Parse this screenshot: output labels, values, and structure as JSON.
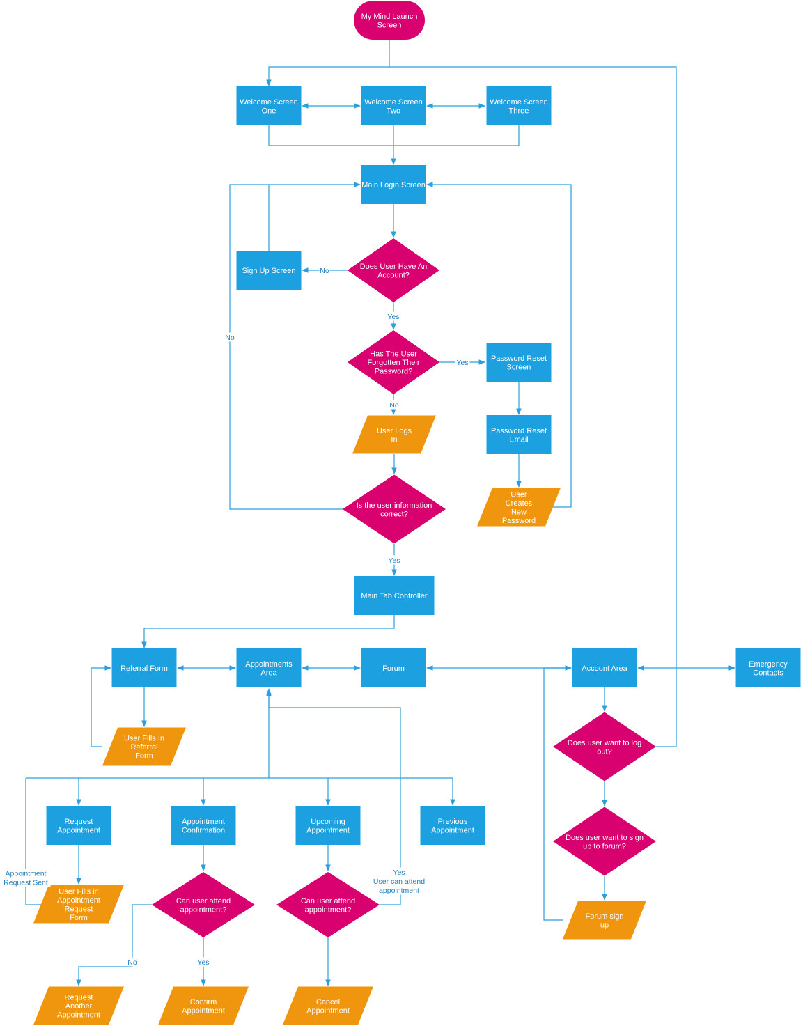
{
  "colors": {
    "process": "#1ca0e0",
    "decision": "#d9006f",
    "terminal": "#d9006f",
    "io": "#f0960e",
    "connector": "#2a9fdc",
    "edge_label": "#1f7fc0"
  },
  "nodes": {
    "launch": "My Mind Launch\nScreen",
    "ws1": "Welcome Screen\nOne",
    "ws2": "Welcome Screen\nTwo",
    "ws3": "Welcome Screen\nThree",
    "login": "Main Login Screen",
    "signup": "Sign Up Screen",
    "d_account": "Does User Have An\nAccount?",
    "d_forgot": "Has The User\nForgotten Their\nPassword?",
    "pw_screen": "Password Reset\nScreen",
    "pw_email": "Password Reset\nEmail",
    "pw_new": "User\nCreates\nNew\nPassword",
    "logs_in": "User Logs\nIn",
    "d_info": "Is the user information\ncorrect?",
    "main_tab": "Main Tab Controller",
    "referral": "Referral Form",
    "appts": "Appointments\nArea",
    "forum": "Forum",
    "account": "Account Area",
    "emergency": "Emergency\nContacts",
    "fills_referral": "User Fills In\nReferral\nForm",
    "d_logout": "Does user want to log\nout?",
    "d_forum": "Does user want to sign\nup to forum?",
    "forum_signup": "Forum sign\nup",
    "req_appt": "Request\nAppointment",
    "appt_confirm": "Appointment\nConfirmation",
    "upcoming": "Upcoming\nAppointment",
    "previous": "Previous\nAppointment",
    "fills_appt": "User Fills in\nAppointment\nRequest\nForm",
    "d_can1": "Can user attend\nappointment?",
    "d_can2": "Can user attend\nappointment?",
    "req_another": "Request\nAnother\nAppointment",
    "confirm": "Confirm\nAppointment",
    "cancel": "Cancel\nAppointment"
  },
  "edge_labels": {
    "account_no": "No",
    "account_yes": "Yes",
    "forgot_yes": "Yes",
    "forgot_no": "No",
    "info_no": "No",
    "info_yes": "Yes",
    "appt_sent": "Appointment\nRequest Sent",
    "can1_no": "No",
    "can1_yes": "Yes",
    "can2_yes": "Yes\nUser can attend\nappointment"
  }
}
